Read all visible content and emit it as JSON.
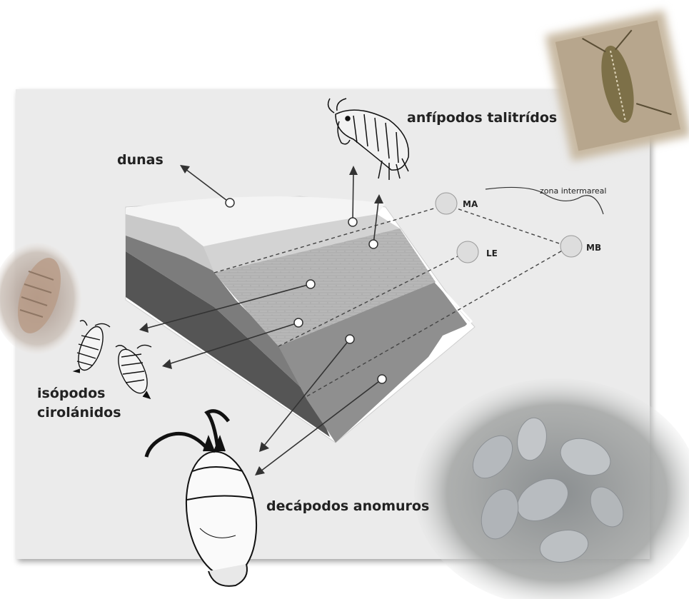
{
  "labels": {
    "dunas": "dunas",
    "anfipodos": "anfípodos talitrídos",
    "isopodos_line1": "isópodos",
    "isopodos_line2": "cirolánidos",
    "decapodos": "decápodos anomuros",
    "zona": "zona intermareal",
    "ma": "MA",
    "le": "LE",
    "mb": "MB"
  },
  "colors": {
    "panel": "#ebebeb",
    "dune": "#f3f3f3",
    "upper_beach": "#cfcfcf",
    "mid_beach": "#b4b4b4",
    "lower_beach": "#8c8c8c",
    "arrow": "#333333",
    "marker_fill": "#dddddd"
  }
}
